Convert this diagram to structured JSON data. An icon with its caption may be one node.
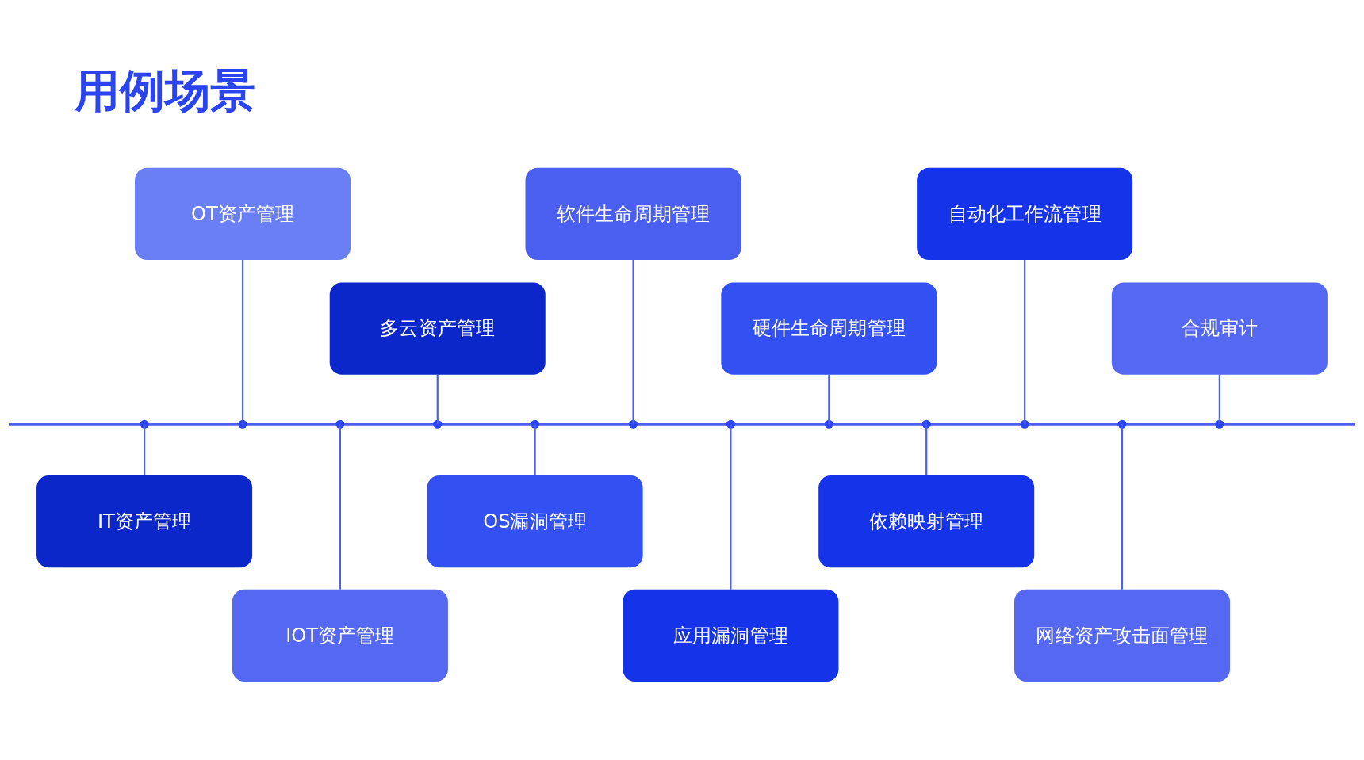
{
  "diagram": {
    "title": "用例场景",
    "nodes": [
      {
        "text": [
          "IT资产管理"
        ]
      },
      {
        "text": [
          "OT资产管理"
        ]
      },
      {
        "text": [
          "IOT资产管理"
        ]
      },
      {
        "text": [
          "多云资产管理"
        ]
      },
      {
        "text": [
          "OS漏洞管理"
        ]
      },
      {
        "text": [
          "软件生命周期管理"
        ]
      },
      {
        "text": [
          "应用漏洞管理"
        ]
      },
      {
        "text": [
          "硬件生命周期管理"
        ]
      },
      {
        "text": [
          "依赖映射管理"
        ]
      },
      {
        "text": [
          "自动化工作流管理"
        ]
      },
      {
        "text": [
          "网络资产攻击面管理"
        ]
      },
      {
        "text": [
          "合规审计"
        ]
      }
    ],
    "edges": [
      {
        "from": 0,
        "to": null,
        "arrow": "none"
      },
      {
        "from": 1,
        "to": null,
        "arrow": "none"
      },
      {
        "from": 2,
        "to": null,
        "arrow": "none"
      },
      {
        "from": 3,
        "to": null,
        "arrow": "none"
      },
      {
        "from": 4,
        "to": null,
        "arrow": "none"
      },
      {
        "from": 5,
        "to": null,
        "arrow": "none"
      },
      {
        "from": 6,
        "to": null,
        "arrow": "none"
      },
      {
        "from": 7,
        "to": null,
        "arrow": "none"
      },
      {
        "from": 8,
        "to": null,
        "arrow": "none"
      },
      {
        "from": 9,
        "to": null,
        "arrow": "none"
      },
      {
        "from": 10,
        "to": null,
        "arrow": "none"
      },
      {
        "from": 11,
        "to": null,
        "arrow": "none"
      }
    ]
  }
}
